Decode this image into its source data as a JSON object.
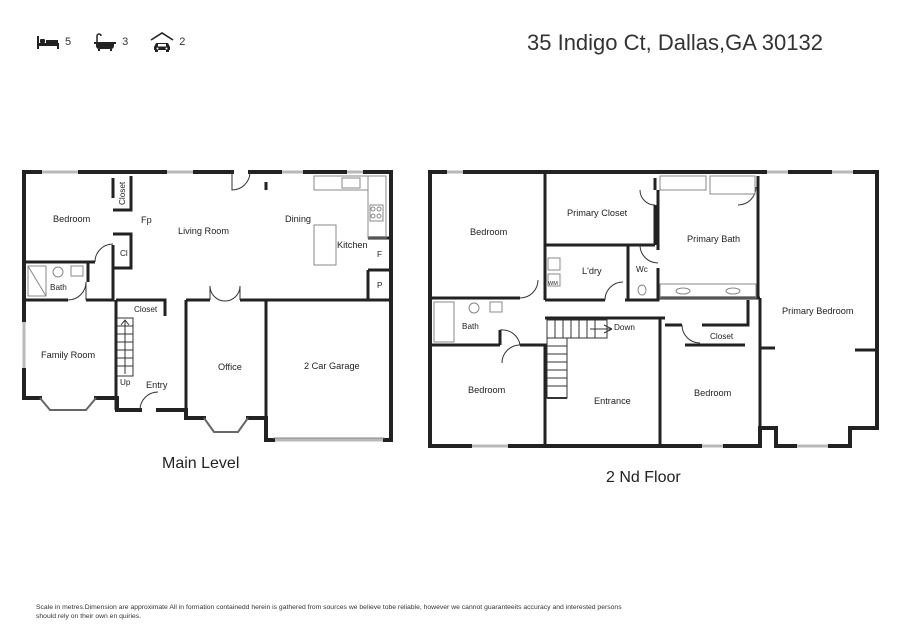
{
  "stats": {
    "beds": "5",
    "baths": "3",
    "garage": "2"
  },
  "icons": {
    "beds": "bed-icon",
    "baths": "bathtub-icon",
    "garage": "garage-car-icon"
  },
  "address": "35 Indigo Ct, Dallas,GA 30132",
  "main_level": {
    "caption": "Main Level",
    "rooms": {
      "bedroom": "Bedroom",
      "closet_v": "Closet",
      "fp": "Fp",
      "cl": "Cl",
      "living_room": "Living Room",
      "dining": "Dining",
      "kitchen": "Kitchen",
      "f": "F",
      "p": "P",
      "bath": "Bath",
      "closet": "Closet",
      "family_room": "Family Room",
      "up": "Up",
      "entry": "Entry",
      "office": "Office",
      "garage": "2 Car Garage"
    }
  },
  "second_floor": {
    "caption": "2 Nd Floor",
    "rooms": {
      "bedroom_top": "Bedroom",
      "primary_closet": "Primary Closet",
      "primary_bath": "Primary Bath",
      "laundry": "L'dry",
      "wm": "WM",
      "wc": "Wc",
      "primary_bedroom": "Primary Bedroom",
      "bath": "Bath",
      "down": "Down",
      "closet": "Closet",
      "bedroom_bottom_left": "Bedroom",
      "entrance": "Entrance",
      "bedroom_bottom_mid": "Bedroom"
    }
  },
  "disclaimer": {
    "line1": "Scale in metres.Dimension are approximate All in formation containedd herein is gathered from sources we believe tobe reliable, however we cannot guaranteeits accuracy and interested persons",
    "line2": "should rely on their own en quiries."
  },
  "colors": {
    "wall": "#222222",
    "fixture": "#888888",
    "window": "#b9b9b9"
  }
}
